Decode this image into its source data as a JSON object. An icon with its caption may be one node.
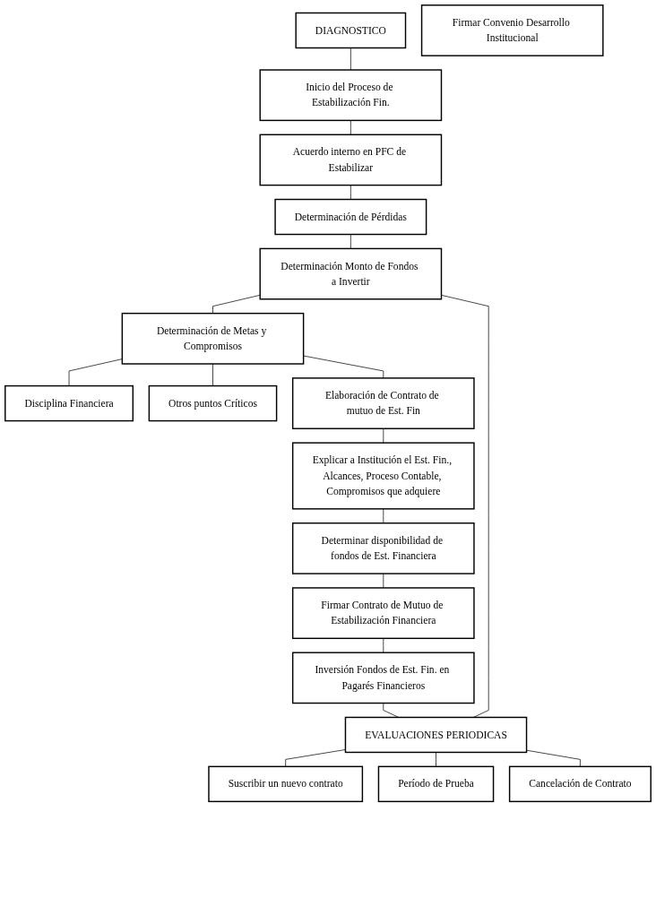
{
  "diagram": {
    "nodes": [
      {
        "text": [
          "DIAGNOSTICO"
        ]
      },
      {
        "text": [
          "Firmar Convenio Desarrollo Institucional"
        ]
      },
      {
        "text": [
          "Inicio del Proceso de Estabilización Fin."
        ]
      },
      {
        "text": [
          "Acuerdo interno en PFC de Estabilizar"
        ]
      },
      {
        "text": [
          "Determinación de Pérdidas"
        ]
      },
      {
        "text": [
          "Determinación Monto de Fondos a Invertir"
        ]
      },
      {
        "text": [
          "Determinación de Metas y Compromisos"
        ]
      },
      {
        "text": [
          "Disciplina Financiera"
        ]
      },
      {
        "text": [
          "Otros puntos Críticos"
        ]
      },
      {
        "text": [
          "Elaboración de Contrato de mutuo de Est. Fin"
        ]
      },
      {
        "text": [
          "Explicar a Institución el Est. Fin., Alcances, Proceso Contable, Compromisos que adquiere"
        ]
      },
      {
        "text": [
          "Determinar disponibilidad de fondos de Est. Financiera"
        ]
      },
      {
        "text": [
          "Firmar Contrato de Mutuo de Estabilización Financiera"
        ]
      },
      {
        "text": [
          "Inversión Fondos de Est. Fin. en Pagarés Financieros"
        ]
      },
      {
        "text": [
          "EVALUACIONES PERIODICAS"
        ]
      },
      {
        "text": [
          "Suscribir un nuevo contrato"
        ]
      },
      {
        "text": [
          "Período de Prueba"
        ]
      },
      {
        "text": [
          "Cancelación de Contrato"
        ]
      }
    ],
    "edges": [
      {
        "from": 0,
        "to": 2,
        "arrow": "none"
      },
      {
        "from": 2,
        "to": 3,
        "arrow": "none"
      },
      {
        "from": 3,
        "to": 4,
        "arrow": "none"
      },
      {
        "from": 4,
        "to": 5,
        "arrow": "none"
      },
      {
        "from": 5,
        "to": 6,
        "arrow": "none"
      },
      {
        "from": 6,
        "to": 7,
        "arrow": "none"
      },
      {
        "from": 6,
        "to": 8,
        "arrow": "none"
      },
      {
        "from": 6,
        "to": 9,
        "arrow": "none"
      },
      {
        "from": 9,
        "to": 10,
        "arrow": "none"
      },
      {
        "from": 10,
        "to": 11,
        "arrow": "none"
      },
      {
        "from": 11,
        "to": 12,
        "arrow": "none"
      },
      {
        "from": 12,
        "to": 13,
        "arrow": "none"
      },
      {
        "from": 13,
        "to": 14,
        "arrow": "none"
      },
      {
        "from": 5,
        "to": 14,
        "arrow": "none"
      },
      {
        "from": 14,
        "to": 15,
        "arrow": "none"
      },
      {
        "from": 14,
        "to": 16,
        "arrow": "none"
      },
      {
        "from": 14,
        "to": 17,
        "arrow": "none"
      }
    ]
  }
}
